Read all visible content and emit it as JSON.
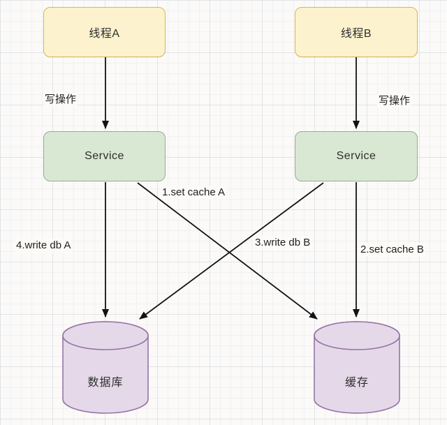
{
  "diagram": {
    "title": "cache-db-write-race-diagram",
    "nodes": {
      "thread_a": {
        "label": "线程A",
        "shape": "rounded-rect",
        "fill": "#fcf2ce",
        "border": "#d6b656"
      },
      "thread_b": {
        "label": "线程B",
        "shape": "rounded-rect",
        "fill": "#fcf2ce",
        "border": "#d6b656"
      },
      "service_a": {
        "label": "Service",
        "shape": "rounded-rect",
        "fill": "#d9e8d2",
        "border": "#96ab93"
      },
      "service_b": {
        "label": "Service",
        "shape": "rounded-rect",
        "fill": "#d9e8d2",
        "border": "#96ab93"
      },
      "database": {
        "label": "数据库",
        "shape": "cylinder",
        "fill": "#e5d9e9",
        "border": "#9673a6"
      },
      "cache": {
        "label": "缓存",
        "shape": "cylinder",
        "fill": "#e5d9e9",
        "border": "#9673a6"
      }
    },
    "edges": [
      {
        "from": "thread_a",
        "to": "service_a",
        "label": "写操作"
      },
      {
        "from": "thread_b",
        "to": "service_b",
        "label": "写操作"
      },
      {
        "from": "service_a",
        "to": "cache",
        "label": "1.set cache A"
      },
      {
        "from": "service_b",
        "to": "cache",
        "label": "2.set cache B"
      },
      {
        "from": "service_b",
        "to": "database",
        "label": "3.write db B"
      },
      {
        "from": "service_a",
        "to": "database",
        "label": "4.write db A"
      }
    ],
    "colors": {
      "arrow": "#121212",
      "background": "#fbfaf8",
      "grid_line": "#d7dce3"
    }
  }
}
